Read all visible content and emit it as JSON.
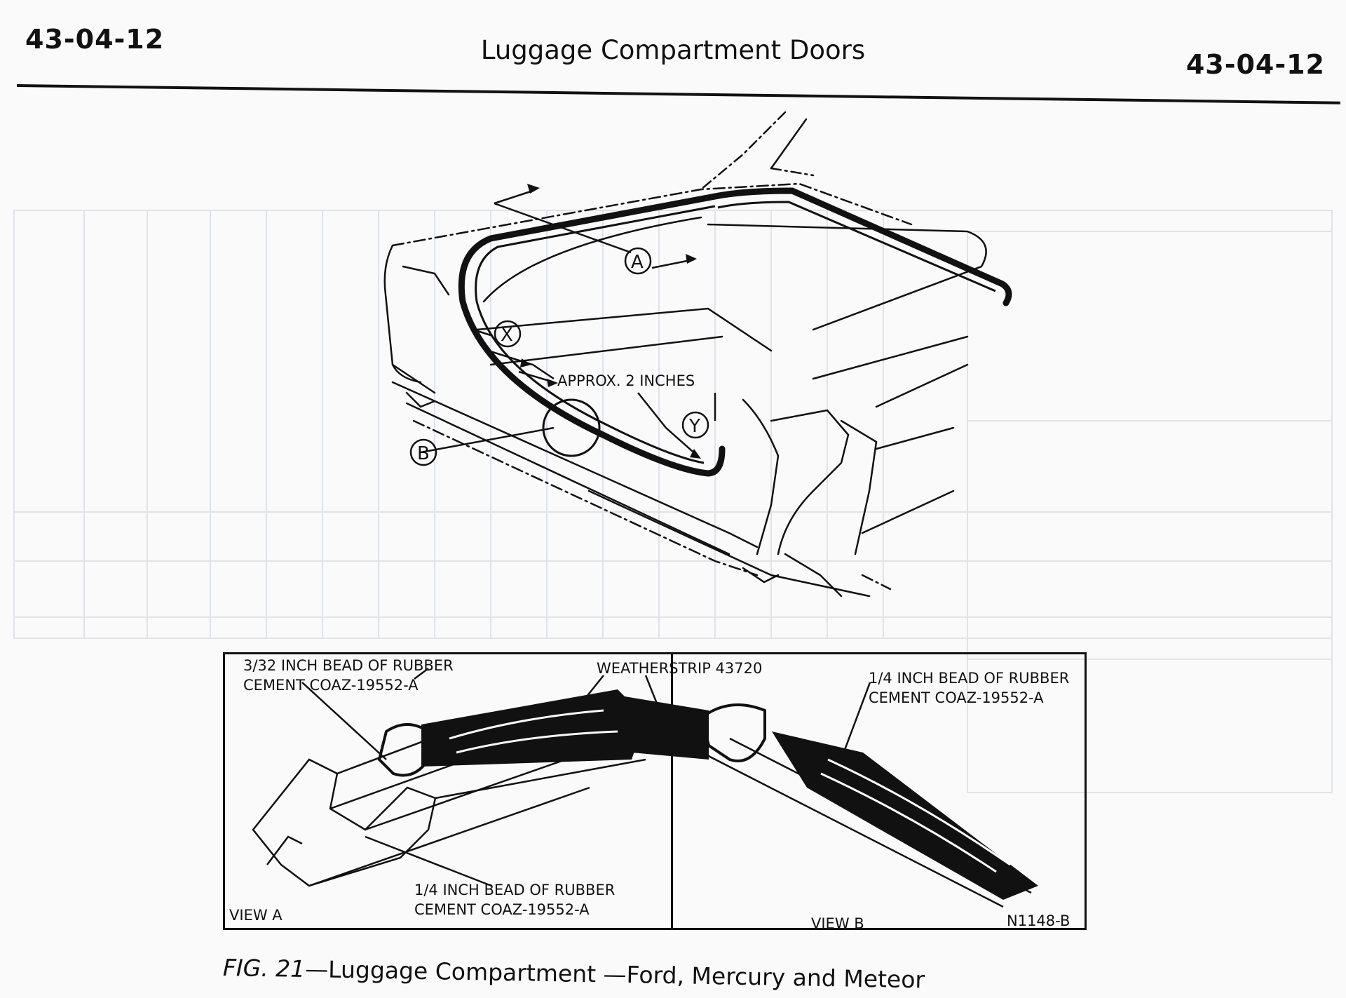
{
  "header": {
    "page_number_left": "43-04-12",
    "title": "Luggage Compartment Doors",
    "page_number_right": "43-04-12"
  },
  "figure": {
    "callouts": {
      "a": "A",
      "b": "B",
      "x": "X",
      "y": "Y",
      "approx": "APPROX. 2 INCHES"
    },
    "inset": {
      "bead_top_left": "3/32 INCH BEAD OF RUBBER\nCEMENT COAZ-19552-A",
      "weatherstrip": "WEATHERSTRIP 43720",
      "bead_top_right": "1/4 INCH BEAD OF RUBBER\nCEMENT COAZ-19552-A",
      "bead_bottom_left": "1/4 INCH BEAD OF RUBBER\nCEMENT COAZ-19552-A",
      "view_a": "VIEW A",
      "view_b": "VIEW B",
      "part_code": "N1148-B"
    },
    "caption": {
      "fig_number": "FIG. 21",
      "text": "—Luggage Compartment —Ford, Mercury and Meteor"
    }
  }
}
